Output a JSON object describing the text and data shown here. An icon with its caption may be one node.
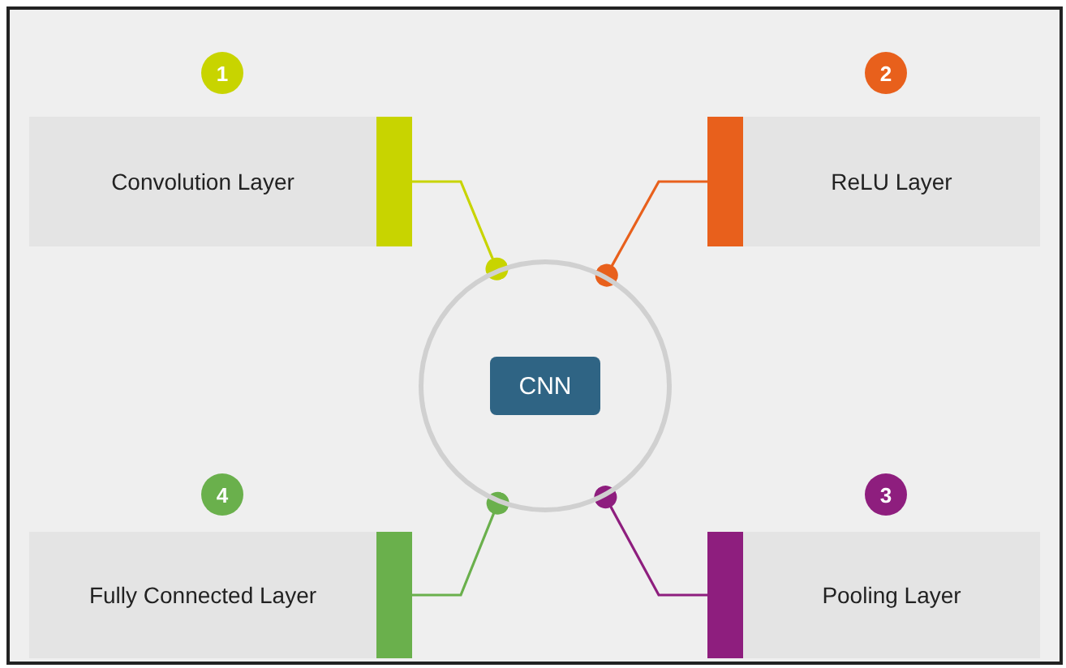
{
  "diagram": {
    "nodes": [
      {
        "text": [],
        "shape": "circle"
      },
      {
        "text": [
          "CNN"
        ],
        "in": 0
      },
      {
        "text": [
          "1"
        ]
      },
      {
        "text": [
          "Convolution Layer"
        ]
      },
      {
        "text": [
          "2"
        ]
      },
      {
        "text": [
          "ReLU Layer"
        ]
      },
      {
        "text": [
          "4"
        ]
      },
      {
        "text": [
          "Fully Connected Layer"
        ]
      },
      {
        "text": [
          "3"
        ]
      },
      {
        "text": [
          "Pooling Layer"
        ]
      }
    ],
    "edges": [
      {
        "from": 3,
        "to": 0,
        "arrow": "other",
        "color": "#c8d400"
      },
      {
        "from": 5,
        "to": 0,
        "arrow": "other",
        "color": "#e8601c"
      },
      {
        "from": 7,
        "to": 0,
        "arrow": "other",
        "color": "#6ab04c"
      },
      {
        "from": 9,
        "to": 0,
        "arrow": "other",
        "color": "#8e1e7e"
      }
    ]
  }
}
